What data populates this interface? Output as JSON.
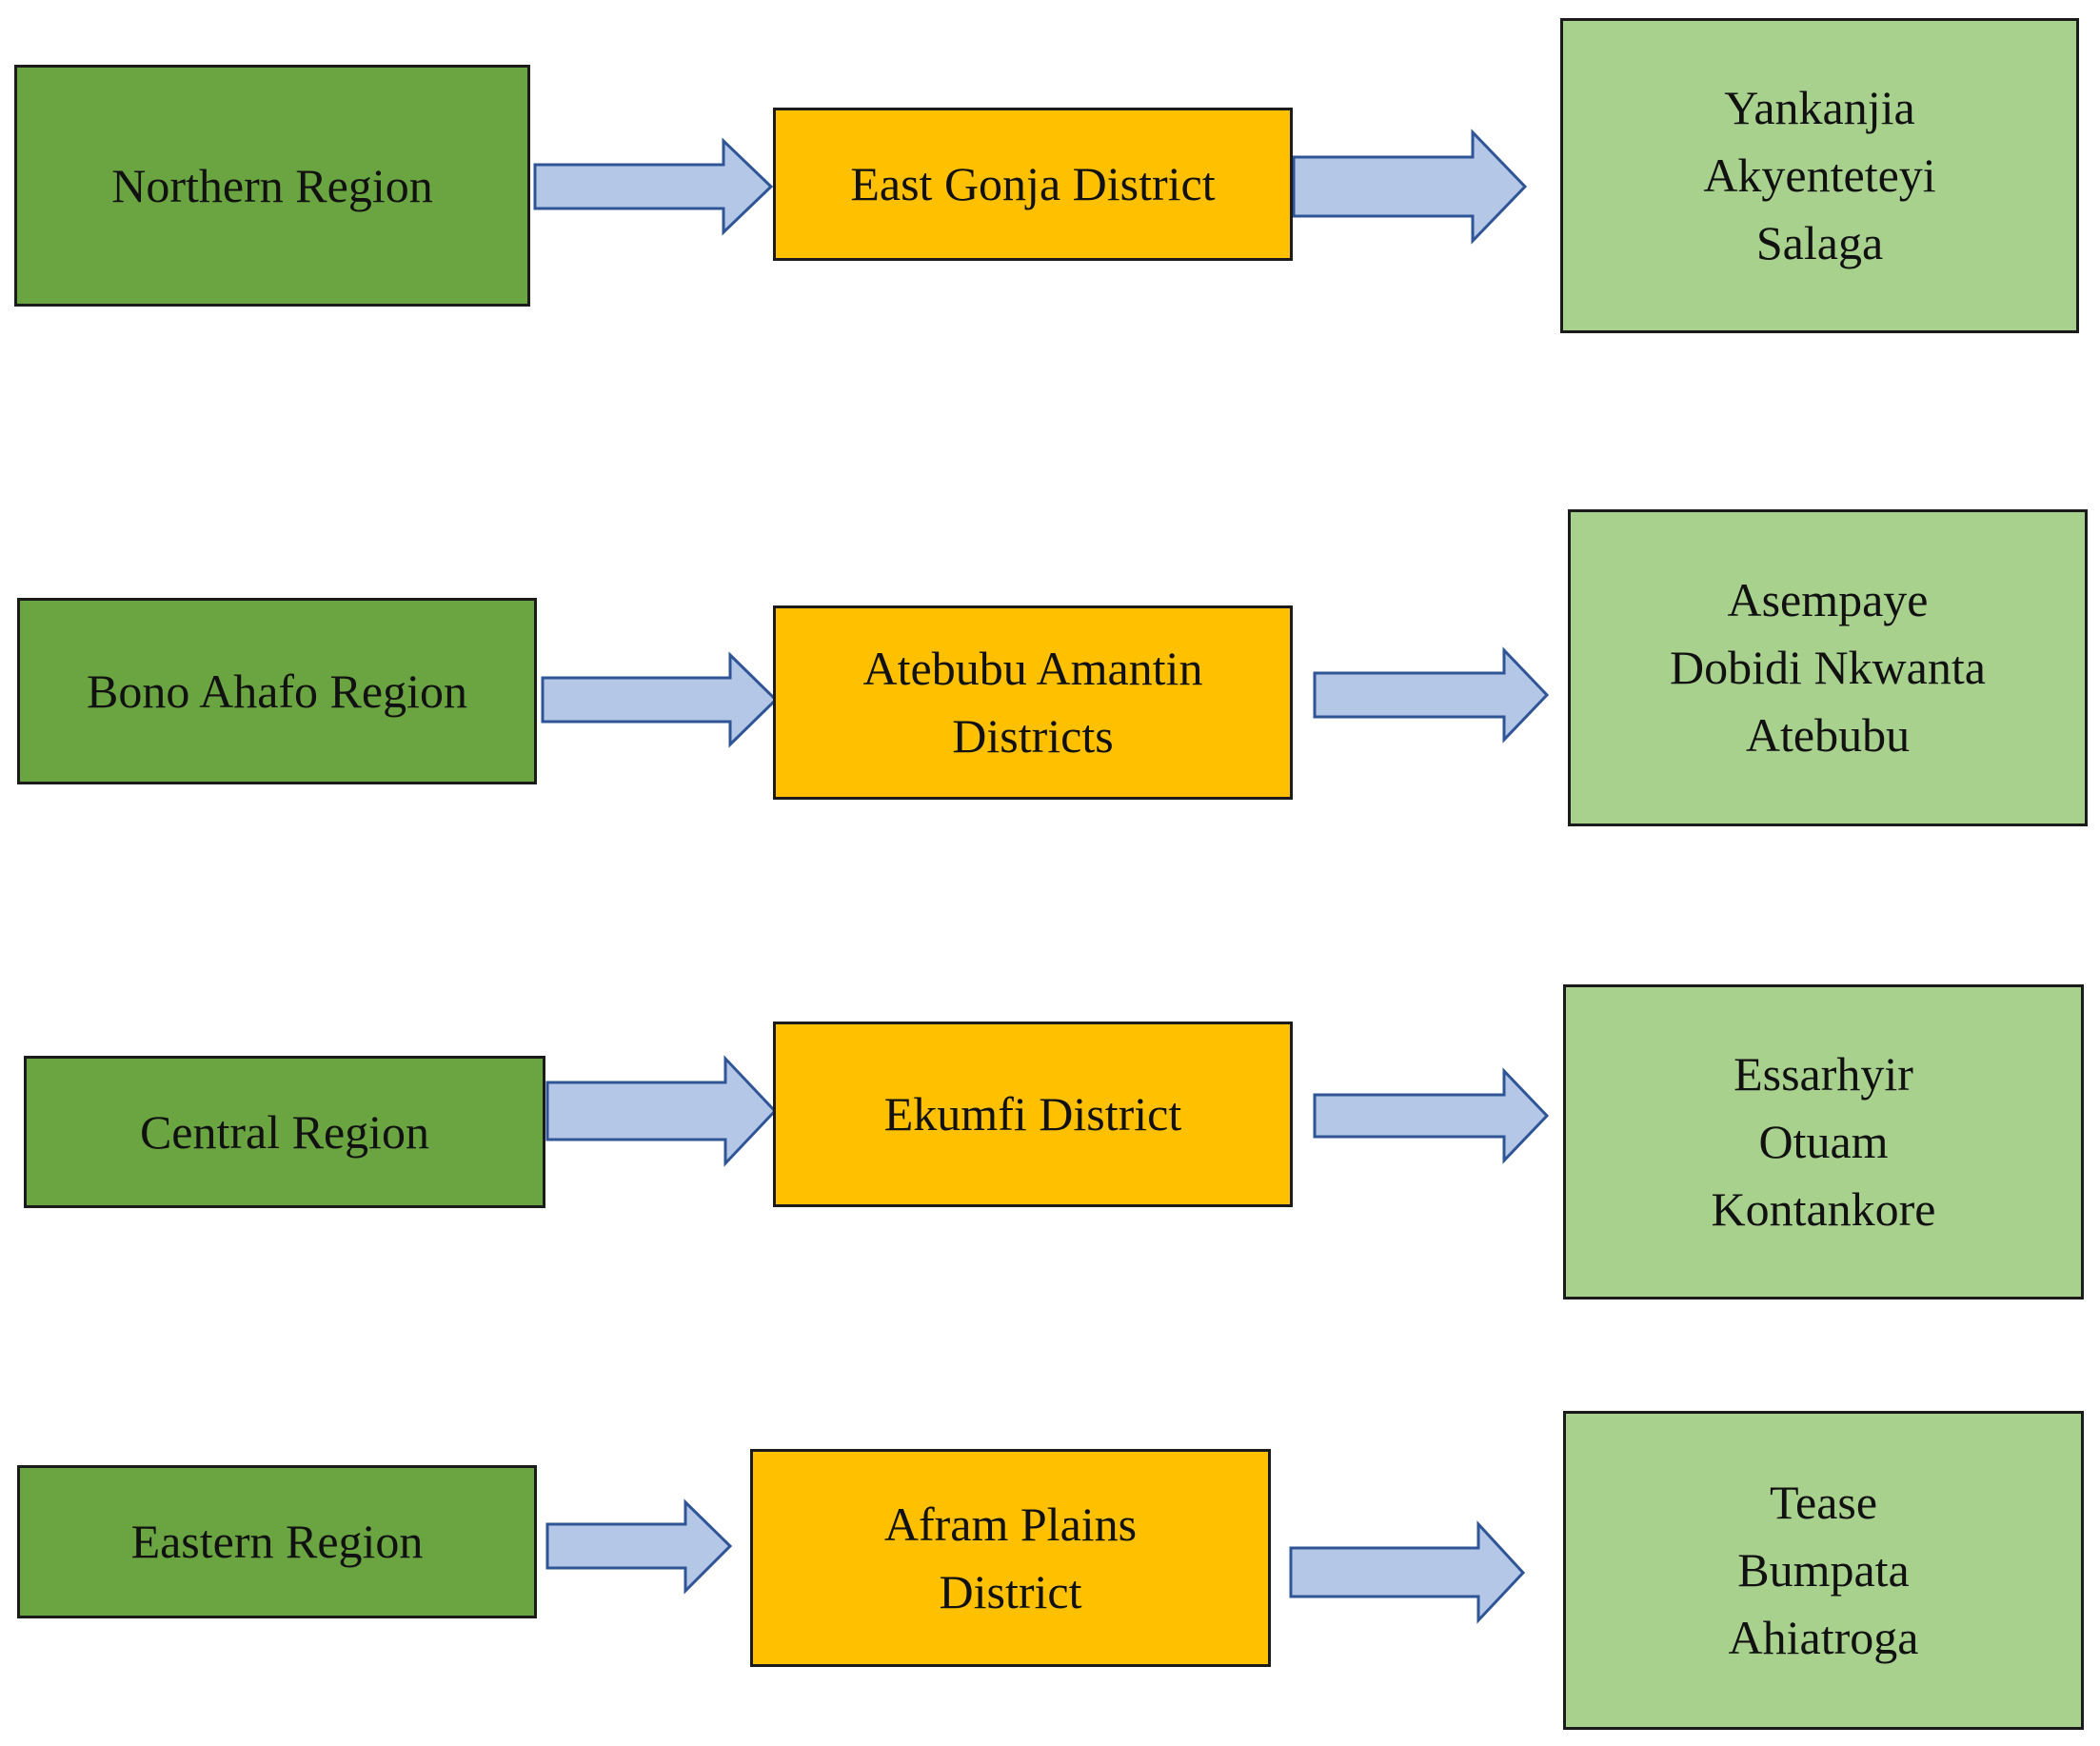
{
  "rows": [
    {
      "region": "Northern Region",
      "district": [
        "East Gonja District"
      ],
      "communities": [
        "Yankanjia",
        "Akyenteteyi",
        "Salaga"
      ]
    },
    {
      "region": "Bono Ahafo Region",
      "district": [
        "Atebubu Amantin",
        "Districts"
      ],
      "communities": [
        "Asempaye",
        "Dobidi Nkwanta",
        "Atebubu"
      ]
    },
    {
      "region": "Central Region",
      "district": [
        "Ekumfi District"
      ],
      "communities": [
        "Essarhyir",
        "Otuam",
        "Kontankore"
      ]
    },
    {
      "region": "Eastern Region",
      "district": [
        "Afram Plains",
        "District"
      ],
      "communities": [
        "Tease",
        "Bumpata",
        "Ahiatroga"
      ]
    }
  ],
  "colors": {
    "region_fill": "#6aa541",
    "district_fill": "#ffc000",
    "community_fill": "#a9d18e",
    "arrow_fill": "#b4c7e7",
    "arrow_stroke": "#2f5597"
  }
}
